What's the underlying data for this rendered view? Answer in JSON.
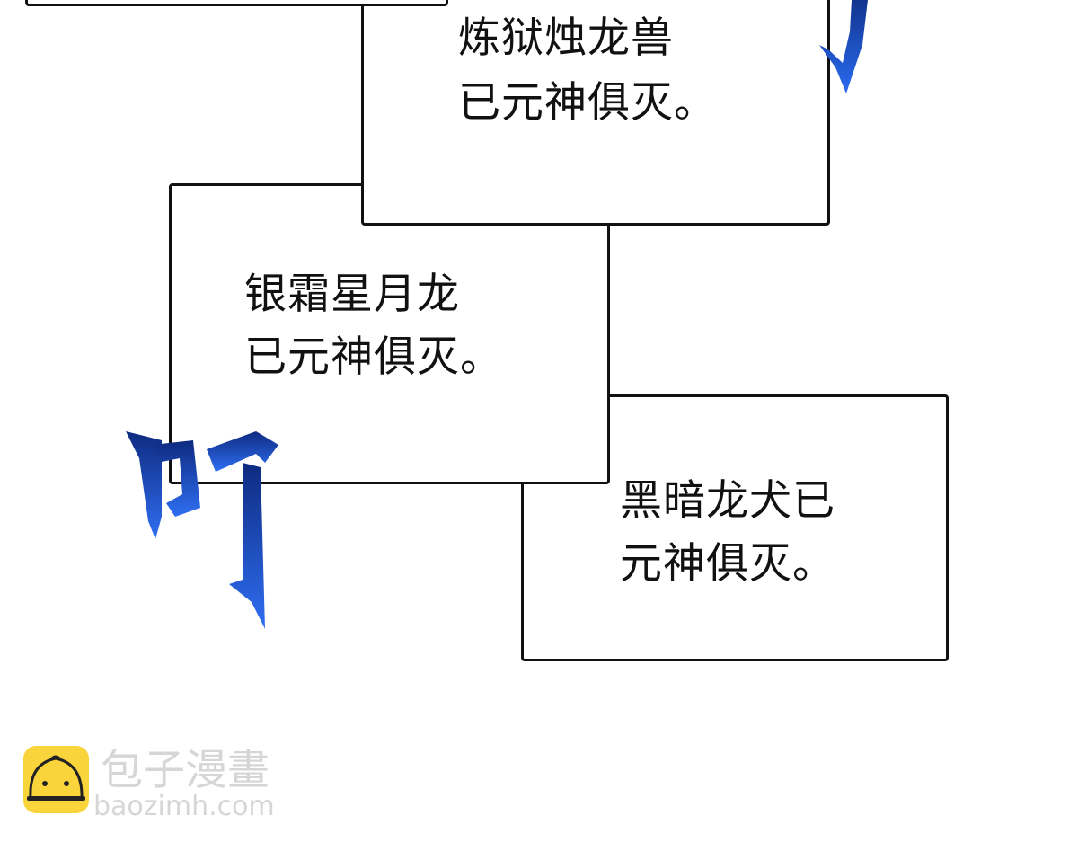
{
  "panels": [
    {
      "line1": "炼狱烛龙兽",
      "line2": "已元神俱灭。"
    },
    {
      "line1": "银霜星月龙",
      "line2": "已元神俱灭。"
    },
    {
      "line1": "黑暗龙犬已",
      "line2": "元神俱灭。"
    }
  ],
  "sound_effect": "叮",
  "watermark": {
    "name": "包子漫畫",
    "url": "baozimh.com"
  },
  "colors": {
    "sfx_blue": "#1f55d6",
    "logo_yellow": "#f9d43a",
    "border": "#111111"
  }
}
